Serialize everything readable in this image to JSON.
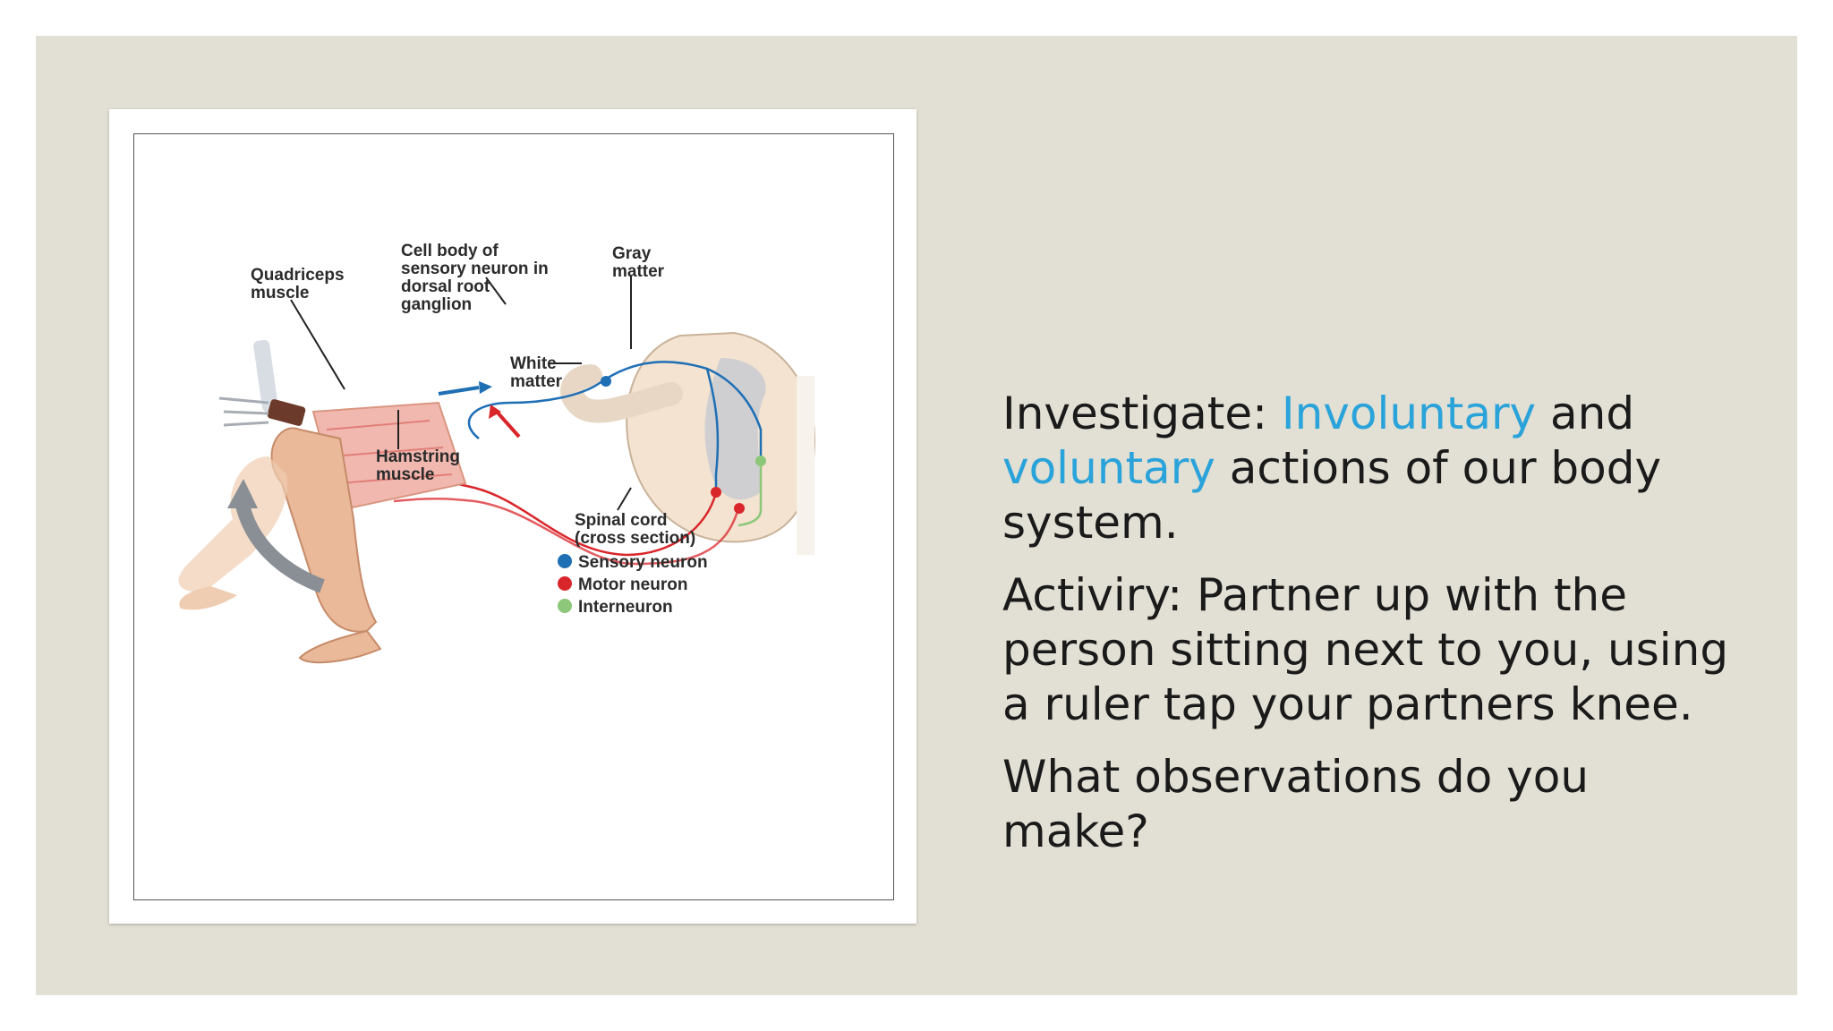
{
  "diagram": {
    "labels": {
      "quadriceps": [
        "Quadriceps",
        "muscle"
      ],
      "cell_body": [
        "Cell body of",
        "sensory neuron in",
        "dorsal root",
        "ganglion"
      ],
      "gray_matter": [
        "Gray",
        "matter"
      ],
      "white_matter": [
        "White",
        "matter"
      ],
      "hamstring": [
        "Hamstring",
        "muscle"
      ],
      "spinal_cord": [
        "Spinal cord",
        "(cross section)"
      ]
    },
    "legend": [
      {
        "label": "Sensory neuron",
        "color": "#1f6fb5"
      },
      {
        "label": "Motor neuron",
        "color": "#d9262b"
      },
      {
        "label": "Interneuron",
        "color": "#8cc77a"
      }
    ]
  },
  "text": {
    "p1_prefix": "Investigate: ",
    "p1_accent1": "Involuntary",
    "p1_mid": " and ",
    "p1_accent2": "voluntary",
    "p1_suffix": " actions of our body system.",
    "p2": "Activiry: Partner up with the person sitting next to you, using a ruler tap your partners knee.",
    "p3": "What observations do you make?"
  },
  "colors": {
    "slide_bg": "#e2dfd4",
    "accent": "#29a3da"
  }
}
